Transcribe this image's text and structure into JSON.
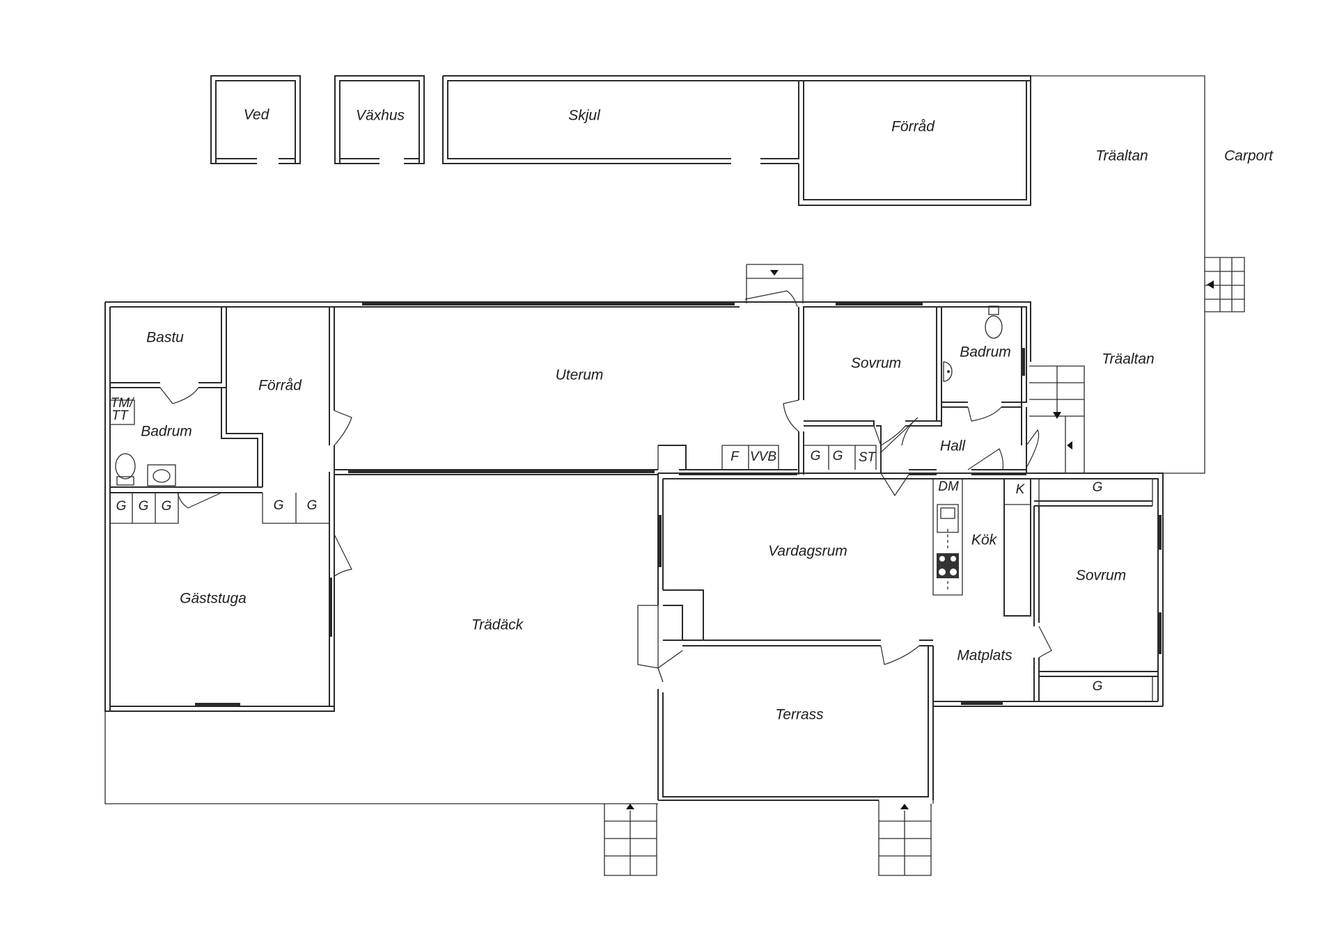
{
  "rooms": {
    "ved": "Ved",
    "vaxhus": "Växhus",
    "skjul": "Skjul",
    "forrad_top": "Förråd",
    "traaltan_top": "Träaltan",
    "carport": "Carport",
    "traaltan_mid": "Träaltan",
    "bastu": "Bastu",
    "forrad_left": "Förråd",
    "uterum": "Uterum",
    "sovrum_top": "Sovrum",
    "badrum_right": "Badrum",
    "badrum_left": "Badrum",
    "hall": "Hall",
    "kok": "Kök",
    "vardagsrum": "Vardagsrum",
    "sovrum_right": "Sovrum",
    "gaststuga": "Gäststuga",
    "tradack": "Trädäck",
    "matplats": "Matplats",
    "terrass": "Terrass"
  },
  "fixtures": {
    "tm_line1": "TM/",
    "tm_line2": "TT",
    "g": "G",
    "f": "F",
    "vvb": "VVB",
    "st": "ST",
    "dm": "DM",
    "k": "K"
  }
}
